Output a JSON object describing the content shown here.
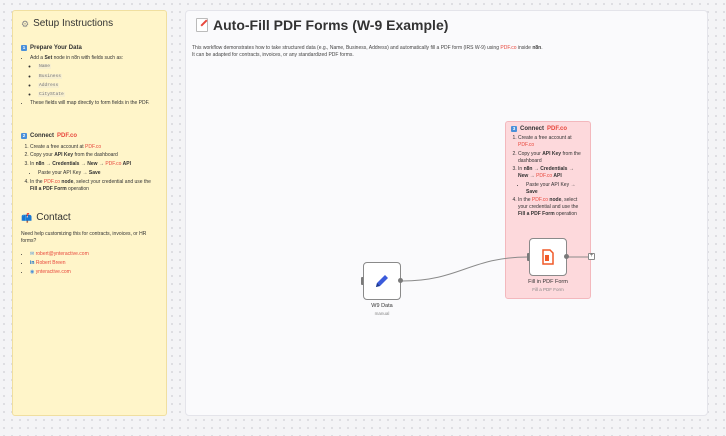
{
  "setup_note": {
    "title": "Setup Instructions",
    "step1": {
      "num": "1",
      "title": "Prepare Your Data",
      "item1_prefix": "Add a ",
      "item1_bold": "Set",
      "item1_suffix": " node in n8n with fields such as:",
      "fields": [
        "Name",
        "Business",
        "Address",
        "CityState"
      ],
      "item2": "These fields will map directly to form fields in the PDF."
    },
    "step2": {
      "num": "2",
      "title_prefix": "Connect ",
      "title_link": "PDF.co",
      "items": {
        "i1_prefix": "Create a free account at ",
        "i1_link": "PDF.co",
        "i2_prefix": "Copy your ",
        "i2_bold": "API Key",
        "i2_suffix": " from the dashboard",
        "i3_prefix": "In ",
        "i3_bold1": "n8n",
        "i3_arrow1": " → ",
        "i3_bold2": "Credentials",
        "i3_arrow2": " → ",
        "i3_bold3": "New",
        "i3_arrow3": " → ",
        "i3_link": "PDF.co",
        "i3_bold4": " API",
        "i3_sub_prefix": "Paste your API Key → ",
        "i3_sub_bold": "Save",
        "i4_prefix": "In the ",
        "i4_link": "PDF.co",
        "i4_bold": " node",
        "i4_mid": ", select your credential and use the ",
        "i4_bold2": "Fill a PDF Form",
        "i4_suffix": " operation"
      }
    },
    "contact": {
      "title": "Contact",
      "text": "Need help customizing this for contracts, invoices, or HR forms?",
      "email": "robert@ynteractive.com",
      "name": "Robert Breen",
      "site": "ynteractive.com"
    }
  },
  "main_note": {
    "title": "Auto-Fill PDF Forms (W-9 Example)",
    "desc_part1": "This workflow demonstrates how to take structured data (e.g., Name, Business, Address) and automatically fill a PDF form (IRS W-9) using ",
    "desc_link": "PDF.co",
    "desc_part2": " inside ",
    "desc_bold": "n8n",
    "desc_part3": ".",
    "desc_line2": "It can be adapted for contracts, invoices, or any standardized PDF forms."
  },
  "pink_note": {
    "num": "3",
    "title_prefix": "Connect ",
    "title_link": "PDF.co",
    "i1_prefix": "Create a free account at ",
    "i1_link": "PDF.co",
    "i2_prefix": "Copy your ",
    "i2_bold": "API Key",
    "i2_suffix": " from the dashboard",
    "i3_prefix": "In ",
    "i3_bold": "n8n → Credentials → New → ",
    "i3_link": "PDF.co",
    "i3_bold2": " API",
    "i3_sub_prefix": "Paste your API Key → ",
    "i3_sub_bold": "Save",
    "i4_prefix": "In the ",
    "i4_link": "PDF.co",
    "i4_bold": " node",
    "i4_mid": ", select your credential and use the ",
    "i4_bold2": "Fill a PDF Form",
    "i4_suffix": " operation"
  },
  "nodes": {
    "w9": {
      "label": "W9 Data",
      "sub": "manual",
      "icon": "pencil-icon"
    },
    "fill": {
      "label": "Fill in PDF Form",
      "sub": "Fill a PDF Form",
      "icon": "pdfco-icon"
    },
    "plus": "+"
  },
  "colors": {
    "accent_link": "#e8483d",
    "sticky_yellow": "#fff5c9",
    "sticky_pink": "#fdd9dc",
    "badge_blue": "#4a90d9"
  }
}
